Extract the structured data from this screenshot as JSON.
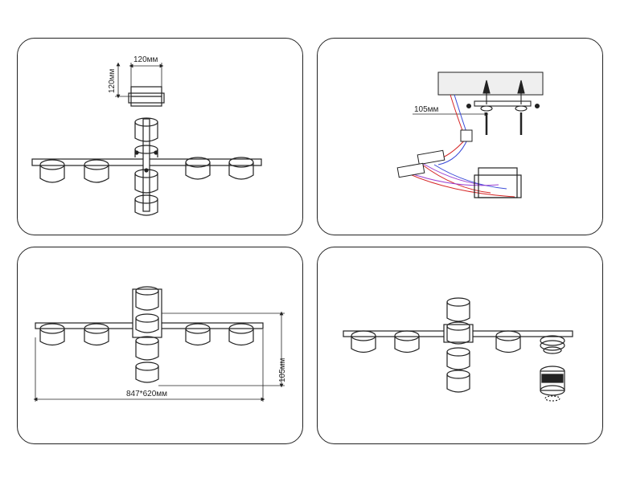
{
  "panels": [
    {
      "id": "p1",
      "label": "top-view-with-canopy",
      "dimensions": {
        "width": "120мм",
        "height": "120мм"
      }
    },
    {
      "id": "p2",
      "label": "mounting-wiring",
      "dimensions": {
        "spacing": "105мм"
      }
    },
    {
      "id": "p3",
      "label": "overall-dimensions",
      "dimensions": {
        "overall": "847*620мм",
        "height": "105мм"
      }
    },
    {
      "id": "p4",
      "label": "shade-detail"
    }
  ],
  "colors": {
    "outline": "#222222",
    "wire_red": "#d62828",
    "wire_blue": "#3a4bd8",
    "wire_purple": "#9a3fd0",
    "concrete": "#efefef"
  }
}
